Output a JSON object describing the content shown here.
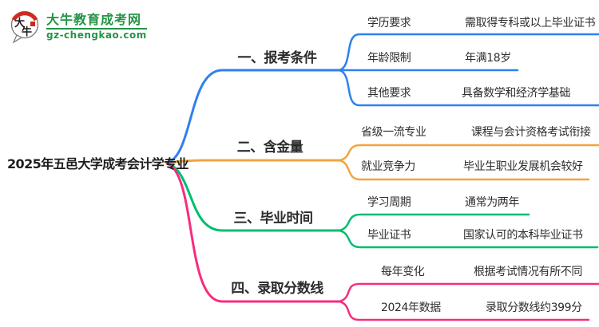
{
  "logo": {
    "title": "大牛教育成考网",
    "domain": "gz-chengkao.com",
    "badge_text_top": "大",
    "badge_text_bottom": "牛",
    "brand_color": "#249447"
  },
  "mindmap": {
    "root": "2025年五邑大学成考会计学专业",
    "branches": [
      {
        "label": "一、报考条件",
        "color": "#2F80ED",
        "children": [
          {
            "label": "学历要求",
            "value": "需取得专科或以上毕业证书"
          },
          {
            "label": "年龄限制",
            "value": "年满18岁"
          },
          {
            "label": "其他要求",
            "value": "具备数学和经济学基础"
          }
        ]
      },
      {
        "label": "二、含金量",
        "color": "#F2A53C",
        "children": [
          {
            "label": "省级一流专业",
            "value": "课程与会计资格考试衔接"
          },
          {
            "label": "就业竞争力",
            "value": "毕业生职业发展机会较好"
          }
        ]
      },
      {
        "label": "三、毕业时间",
        "color": "#00BE6E",
        "children": [
          {
            "label": "学习周期",
            "value": "通常为两年"
          },
          {
            "label": "毕业证书",
            "value": "国家认可的本科毕业证书"
          }
        ]
      },
      {
        "label": "四、录取分数线",
        "color": "#F72C7E",
        "children": [
          {
            "label": "每年变化",
            "value": "根据考试情况有所不同"
          },
          {
            "label": "2024年数据",
            "value": "录取分数线约399分"
          }
        ]
      }
    ]
  }
}
